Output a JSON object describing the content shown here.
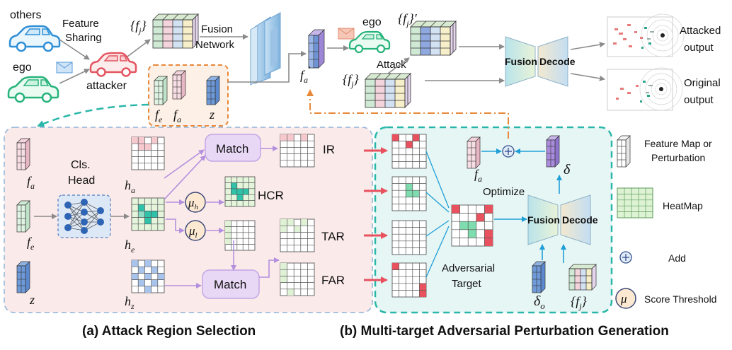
{
  "top": {
    "others": "others",
    "ego": "ego",
    "feature_sharing_line1": "Feature",
    "feature_sharing_line2": "Sharing",
    "attacker": "attacker",
    "fj_set": "{f",
    "fj_sub": "j",
    "fj_close": "}",
    "fusion_network_line1": "Fusion",
    "fusion_network_line2": "Network",
    "fe": "f",
    "fe_sub": "e",
    "fa": "f",
    "fa_sub": "a",
    "z": "z",
    "fa_prime": "f",
    "fa_prime_sub": "a",
    "fa_prime_mark": "′",
    "ego_label": "ego",
    "fj_prime_set": "{f",
    "fj_prime_sub": "j",
    "fj_prime_close": "}′",
    "attack": "Attack",
    "fj_set2": "{f",
    "fj_sub2": "j",
    "fj_close2": "}",
    "fusion": "Fusion",
    "decode": "Decode",
    "attacked_line1": "Attacked",
    "attacked_line2": "output",
    "original_line1": "Original",
    "original_line2": "output"
  },
  "panel_a": {
    "fa": "f",
    "fa_sub": "a",
    "fe": "f",
    "fe_sub": "e",
    "z": "z",
    "cls_line1": "Cls.",
    "cls_line2": "Head",
    "ha": "h",
    "ha_sub": "a",
    "he": "h",
    "he_sub": "e",
    "hz": "h",
    "hz_sub": "z",
    "match_top": "Match",
    "match_bottom": "Match",
    "mu": "μ",
    "mu_h_sub": "h",
    "mu_l_sub": "l",
    "ir": "IR",
    "hcr": "HCR",
    "tar": "TAR",
    "far": "FAR",
    "caption": "(a) Attack Region Selection"
  },
  "panel_b": {
    "fa": "f",
    "fa_sub": "a",
    "delta": "δ",
    "optimize": "Optimize",
    "fusion": "Fusion",
    "decode": "Decode",
    "adv_line1": "Adversarial",
    "adv_line2": "Target",
    "delta_o": "δ",
    "delta_o_sub": "o",
    "fj_set": "{f",
    "fj_sub": "j",
    "fj_close": "}",
    "caption": "(b) Multi-target Adversarial Perturbation Generation"
  },
  "legend": {
    "feature_map_line1": "Feature Map or",
    "feature_map_line2": "Perturbation",
    "heatmap": "HeatMap",
    "add": "Add",
    "mu": "μ",
    "score_threshold": "Score Threshold"
  },
  "colors": {
    "pink_panel": "#fbeaea",
    "cyan_panel": "#e6f6f4",
    "teal": "#2ab7a9",
    "red": "#e8525f",
    "blue": "#3d73c7",
    "purple": "#a98bdc",
    "orange": "#e8883a"
  }
}
